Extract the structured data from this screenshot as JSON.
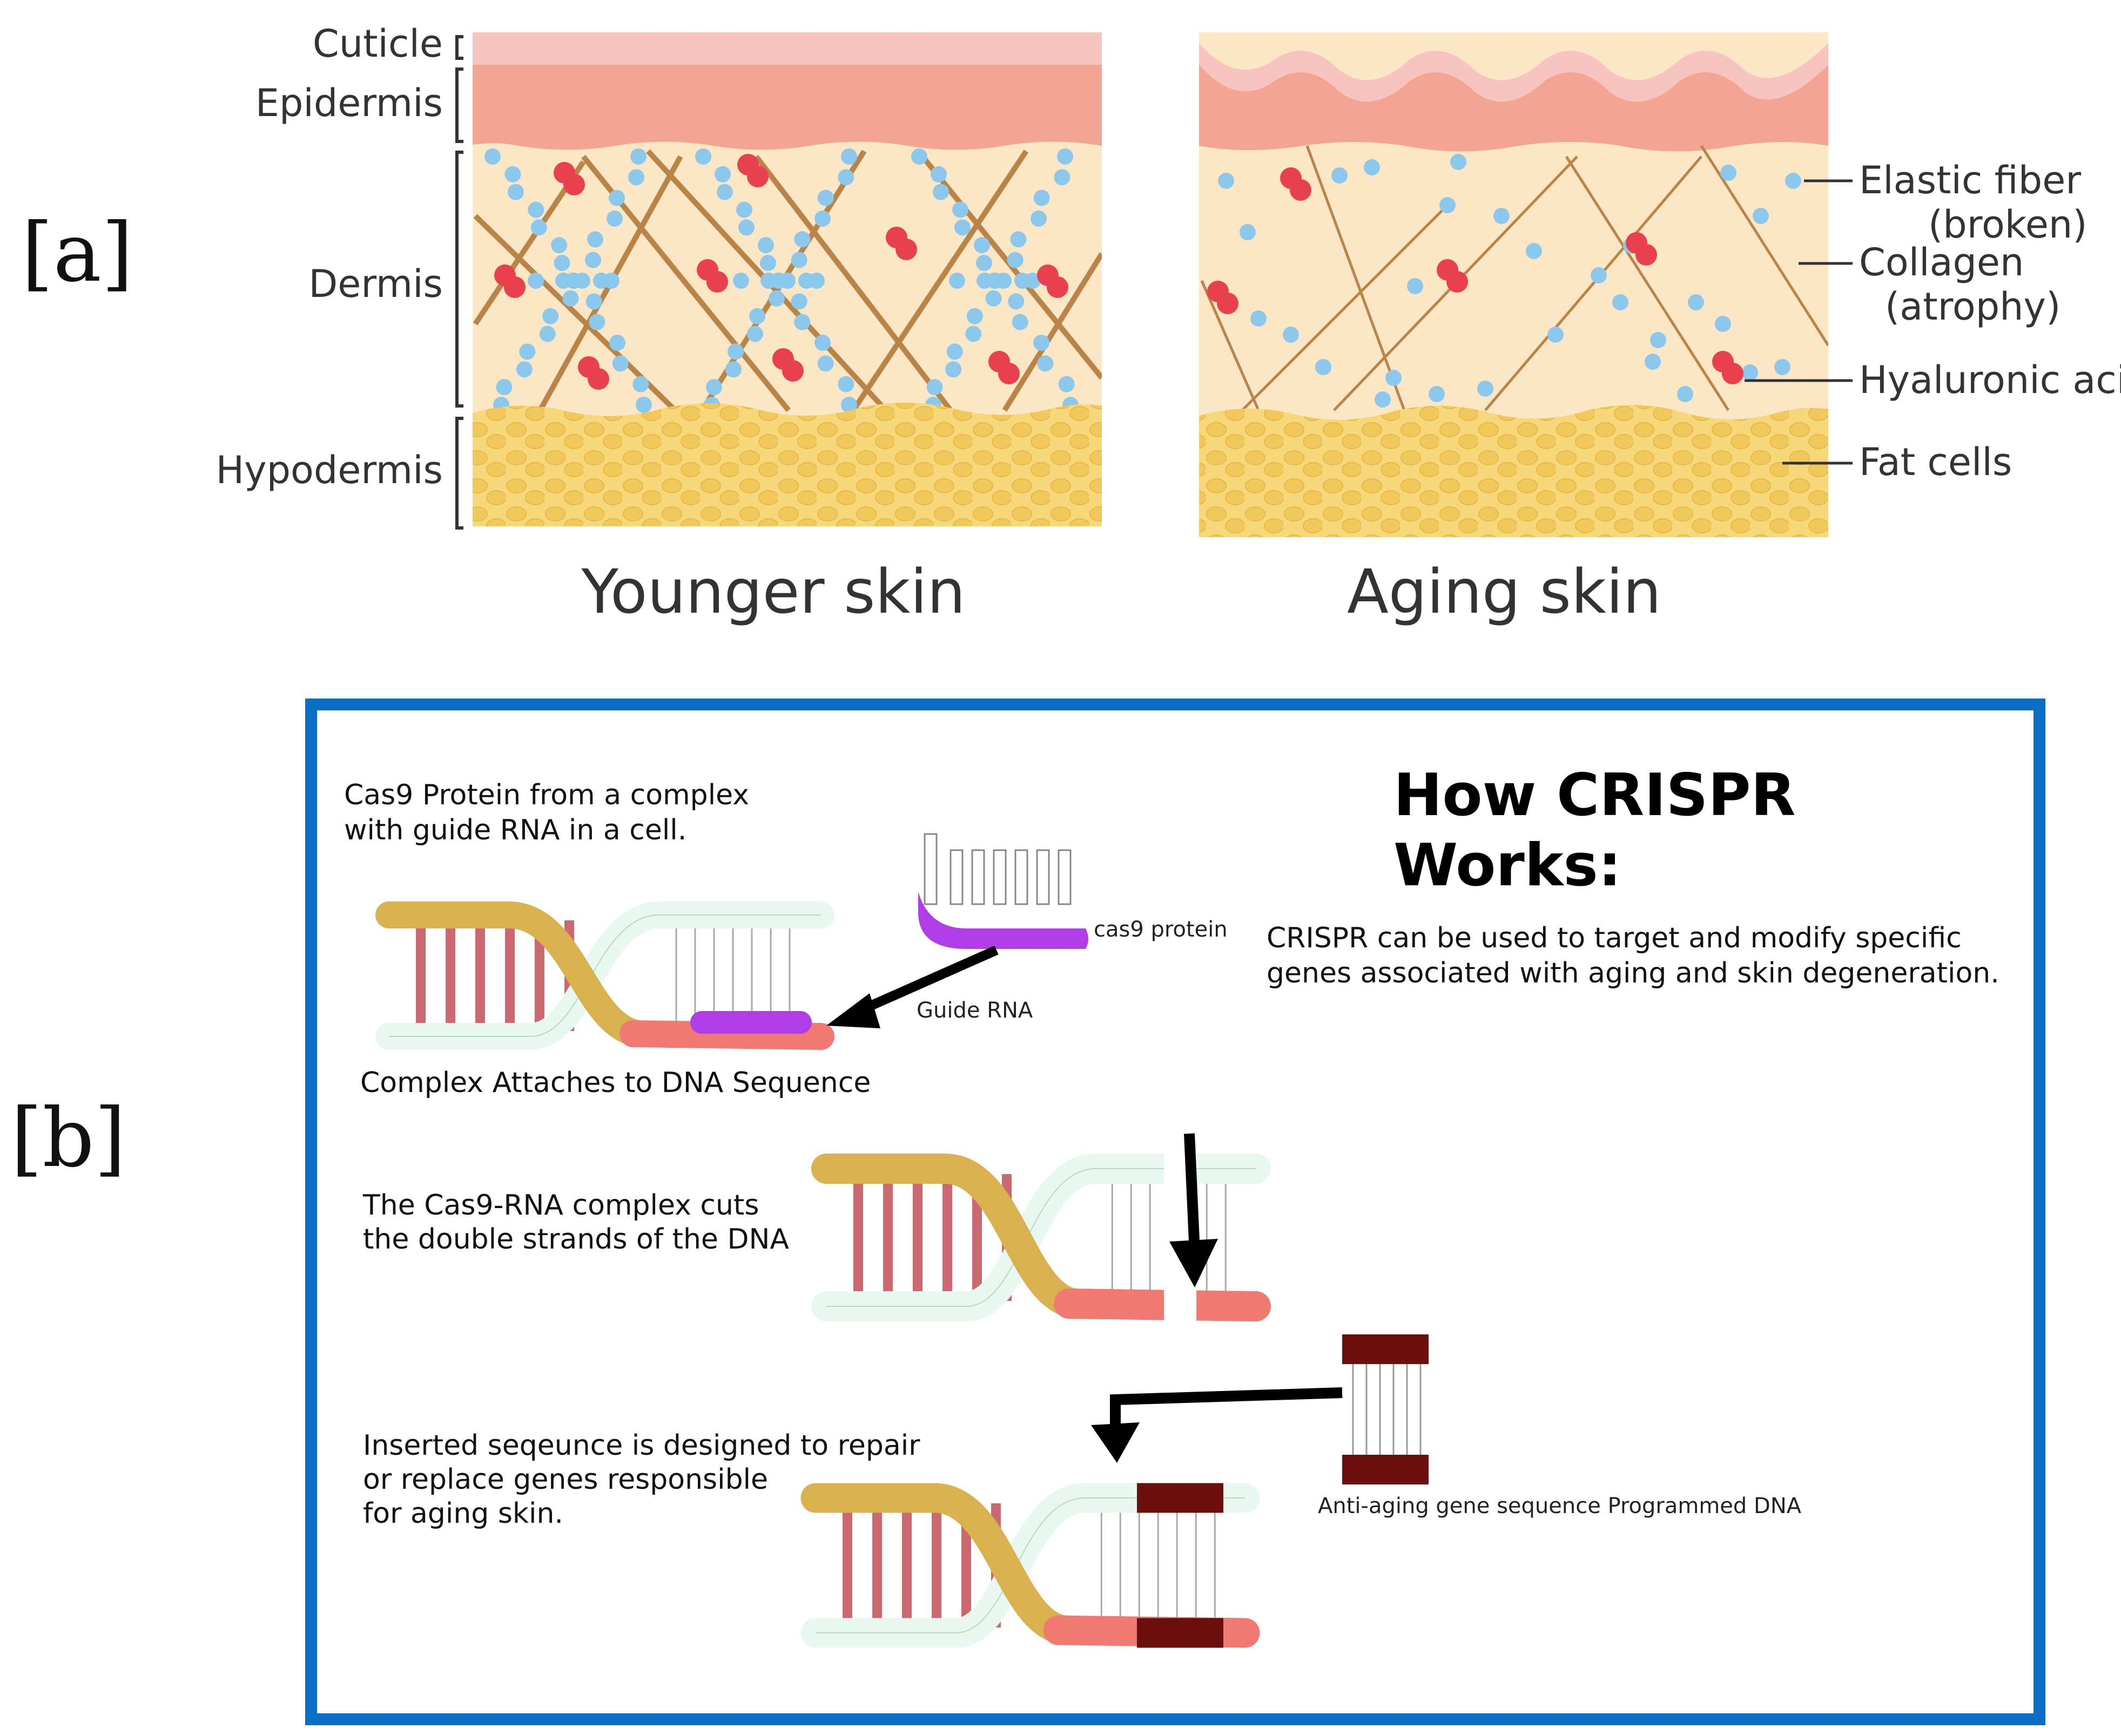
{
  "panel_a": {
    "letter": "[a]",
    "layers": {
      "cuticle": "Cuticle",
      "epidermis": "Epidermis",
      "dermis": "Dermis",
      "hypodermis": "Hypodermis"
    },
    "captions": {
      "younger": "Younger skin",
      "aging": "Aging skin"
    },
    "callouts": {
      "elastic_1": "Elastic fiber",
      "elastic_2": "(broken)",
      "collagen_1": "Collagen",
      "collagen_2": "(atrophy)",
      "hyaluronic": "Hyaluronic acid",
      "fat": "Fat cells"
    }
  },
  "panel_b": {
    "letter": "[b]",
    "title_line1": "How CRISPR",
    "title_line2": "Works:",
    "intro_line1": "CRISPR can be used to target and modify specific",
    "intro_line2": "genes associated with aging and skin degeneration.",
    "step1_line1": "Cas9 Protein from a complex",
    "step1_line2": "with guide RNA in a cell.",
    "cas9_label": "cas9 protein",
    "guide_rna_label": "Guide RNA",
    "attach_label": "Complex Attaches to DNA Sequence",
    "step2_line1": "The Cas9-RNA complex cuts",
    "step2_line2": "the double strands of the DNA",
    "step3_line1": "Inserted seqeunce is designed to repair",
    "step3_line2": "or replace genes responsible",
    "step3_line3": "for aging skin.",
    "programmed_label": "Anti-aging gene sequence Programmed DNA"
  },
  "colors": {
    "frame_blue": "#0a6fc4",
    "epidermis": "#f4a492",
    "cuticle": "#f7c4c0",
    "dermis": "#fbe6c6",
    "hypodermis": "#f6d77a",
    "elastic_fiber": "#8cc8ec",
    "collagen": "#b98446",
    "hyaluronic": "#e8404c",
    "dna_gold": "#d9b24f",
    "dna_mint": "#e8f8f0",
    "dna_salmon": "#f07a72",
    "rung_red": "#cc6870",
    "cas9_purple": "#b13de6",
    "programmed_dark": "#6b0f0f"
  }
}
